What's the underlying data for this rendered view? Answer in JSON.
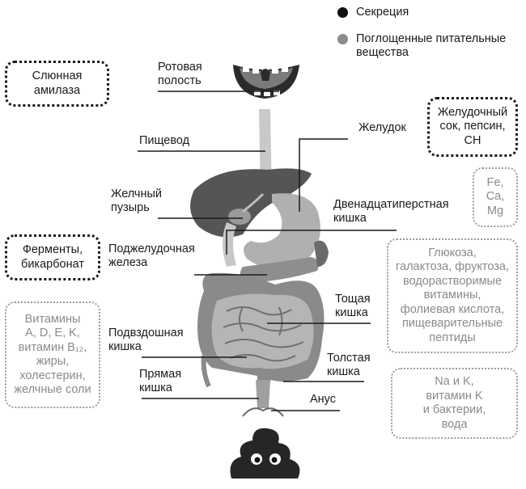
{
  "legend": {
    "secretion": {
      "label": "Секреция",
      "color": "#111111"
    },
    "absorbed": {
      "label_line1": "Поглощенные питательные",
      "label_line2": "вещества",
      "color": "#8c8c8c"
    }
  },
  "organs": {
    "mouth": [
      "Ротовая",
      "полость"
    ],
    "esophagus": [
      "Пищевод"
    ],
    "stomach": [
      "Желудок"
    ],
    "gallbladder": [
      "Желчный",
      "пузырь"
    ],
    "duodenum": [
      "Двенадцатиперстная",
      "кишка"
    ],
    "pancreas": [
      "Поджелудочная",
      "железа"
    ],
    "jejunum": [
      "Тощая",
      "кишка"
    ],
    "ileum": [
      "Подвздошная",
      "кишка"
    ],
    "colon": [
      "Толстая",
      "кишка"
    ],
    "rectum": [
      "Прямая",
      "кишка"
    ],
    "anus": [
      "Анус"
    ]
  },
  "secretions": {
    "saliva": [
      "Слюнная",
      "амилаза"
    ],
    "gastric": [
      "Желудочный",
      "сок, пепсин,",
      "CH"
    ],
    "pancreatic": [
      "Ферменты,",
      "бикарбонат"
    ]
  },
  "absorbed": {
    "duodenum": [
      "Fe,",
      "Ca,",
      "Mg"
    ],
    "jejunum": [
      "Глюкоза,",
      "галактоза, фруктоза,",
      "водорастворимые",
      "витамины,",
      "фолиевая кислота,",
      "пищеварительные",
      "пептиды"
    ],
    "ileum": [
      "Витамины",
      "A, D, E, K,",
      "витамин B₁₂,",
      "жиры,",
      "холестерин,",
      "желчные соли"
    ],
    "colon": [
      "Na и K,",
      "витамин K",
      "и бактерии,",
      "вода"
    ]
  }
}
